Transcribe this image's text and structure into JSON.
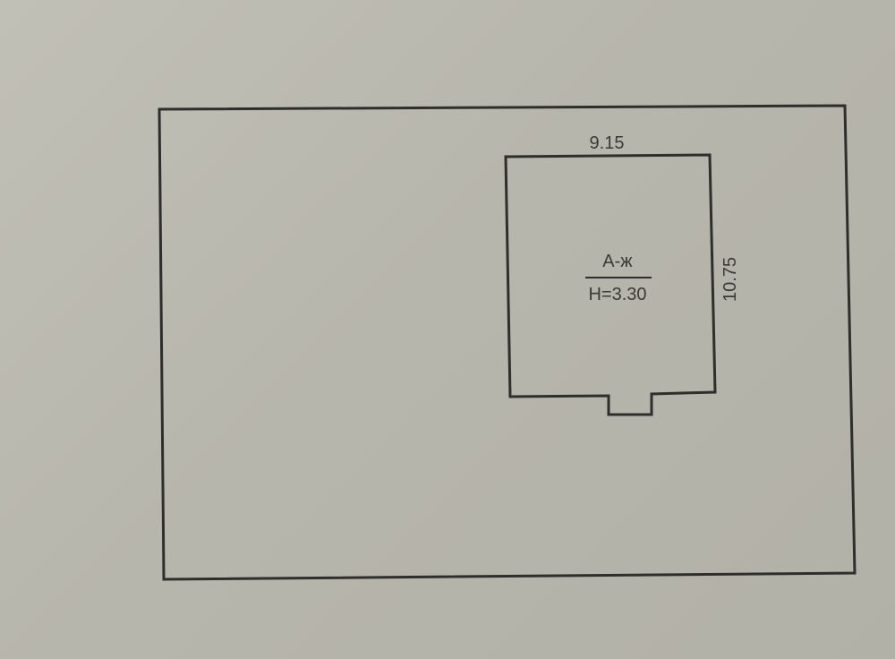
{
  "plan": {
    "building": {
      "width_label": "9.15",
      "length_label": "10.75",
      "type_label": "А-ж",
      "height_label": "H=3.30"
    }
  },
  "colors": {
    "paper": "#b9b8ae",
    "ink": "#2e2e2c"
  }
}
